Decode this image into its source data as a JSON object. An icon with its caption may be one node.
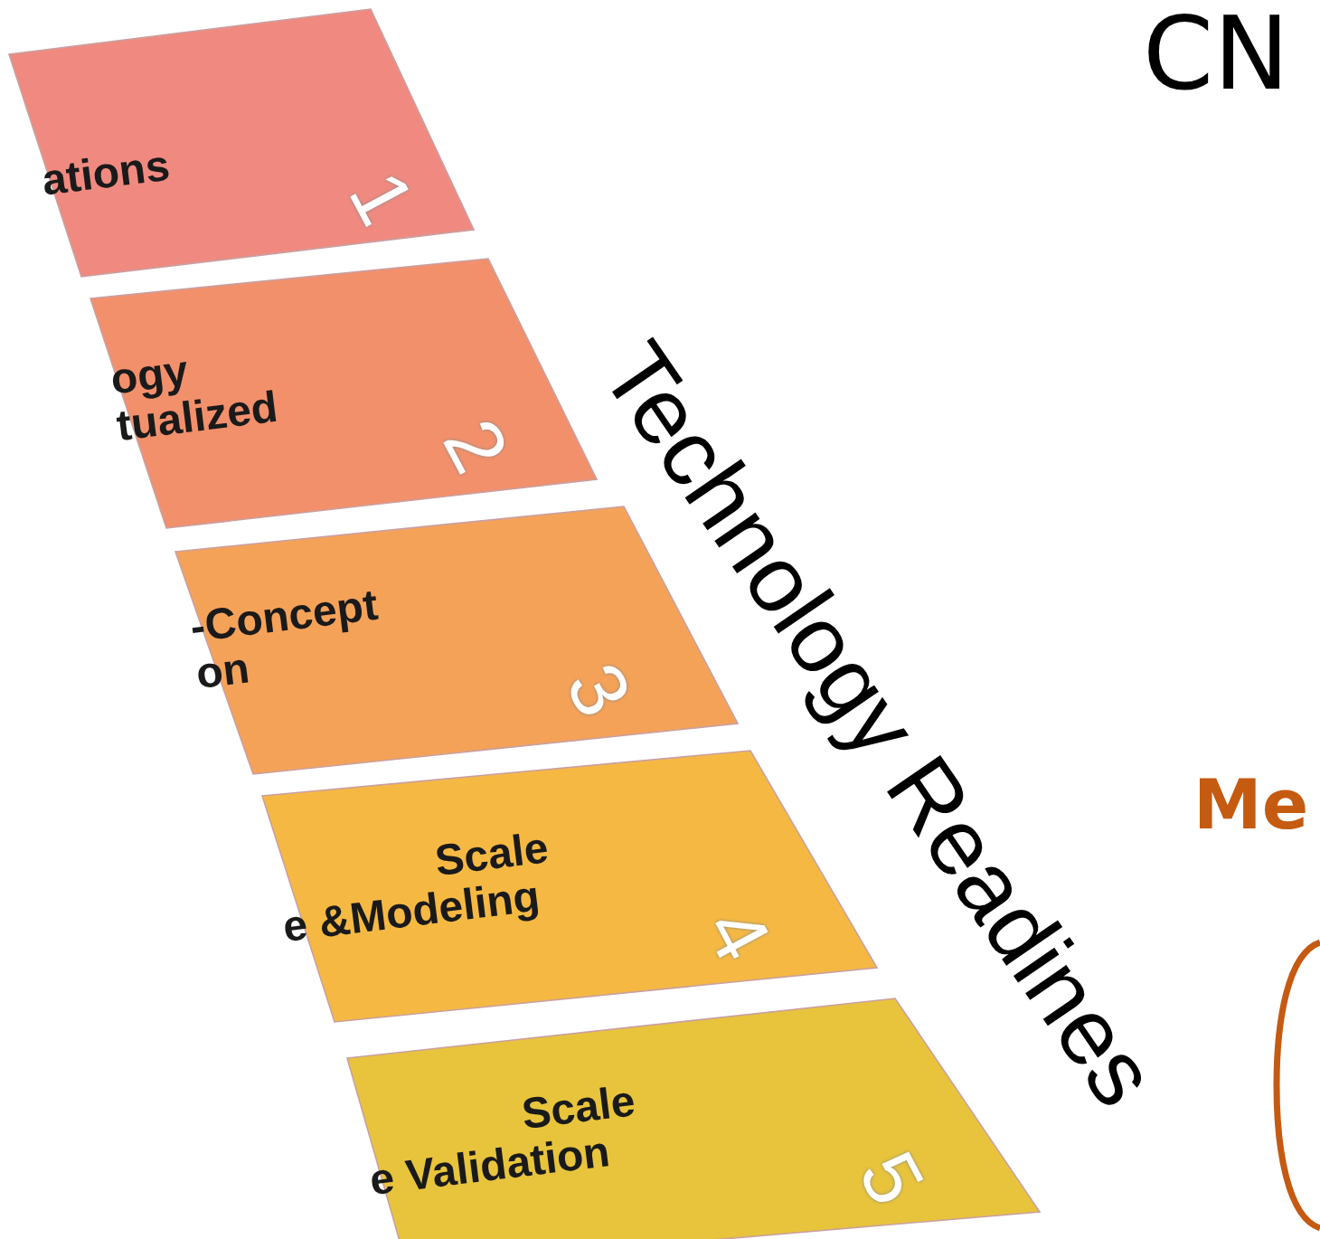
{
  "diagram": {
    "nodes": [
      {
        "text": [
          "ations",
          "1"
        ]
      },
      {
        "text": [
          "ogy tualized",
          "2"
        ]
      },
      {
        "text": [
          "-Concept on",
          "3"
        ]
      },
      {
        "text": [
          "Scale e &Modeling",
          "4"
        ]
      },
      {
        "text": [
          "Scale e Validation",
          "5"
        ]
      }
    ],
    "labels": [
      "CN",
      "Technology Readines",
      "Me"
    ]
  }
}
